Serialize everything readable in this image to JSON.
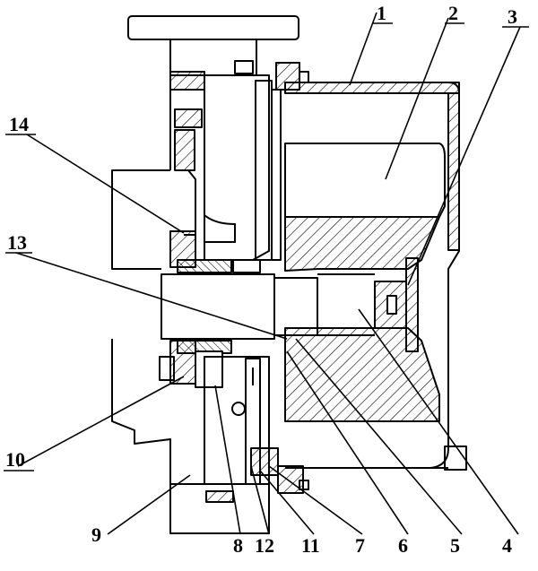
{
  "diagram": {
    "type": "mechanical cross-section drawing",
    "colors": {
      "line": "#000000",
      "background": "#ffffff"
    },
    "labels": [
      {
        "id": "1",
        "text": "1"
      },
      {
        "id": "2",
        "text": "2"
      },
      {
        "id": "3",
        "text": "3"
      },
      {
        "id": "4",
        "text": "4"
      },
      {
        "id": "5",
        "text": "5"
      },
      {
        "id": "6",
        "text": "6"
      },
      {
        "id": "7",
        "text": "7"
      },
      {
        "id": "8",
        "text": "8"
      },
      {
        "id": "9",
        "text": "9"
      },
      {
        "id": "10",
        "text": "10"
      },
      {
        "id": "11",
        "text": "11"
      },
      {
        "id": "12",
        "text": "12"
      },
      {
        "id": "13",
        "text": "13"
      },
      {
        "id": "14",
        "text": "14"
      }
    ]
  }
}
